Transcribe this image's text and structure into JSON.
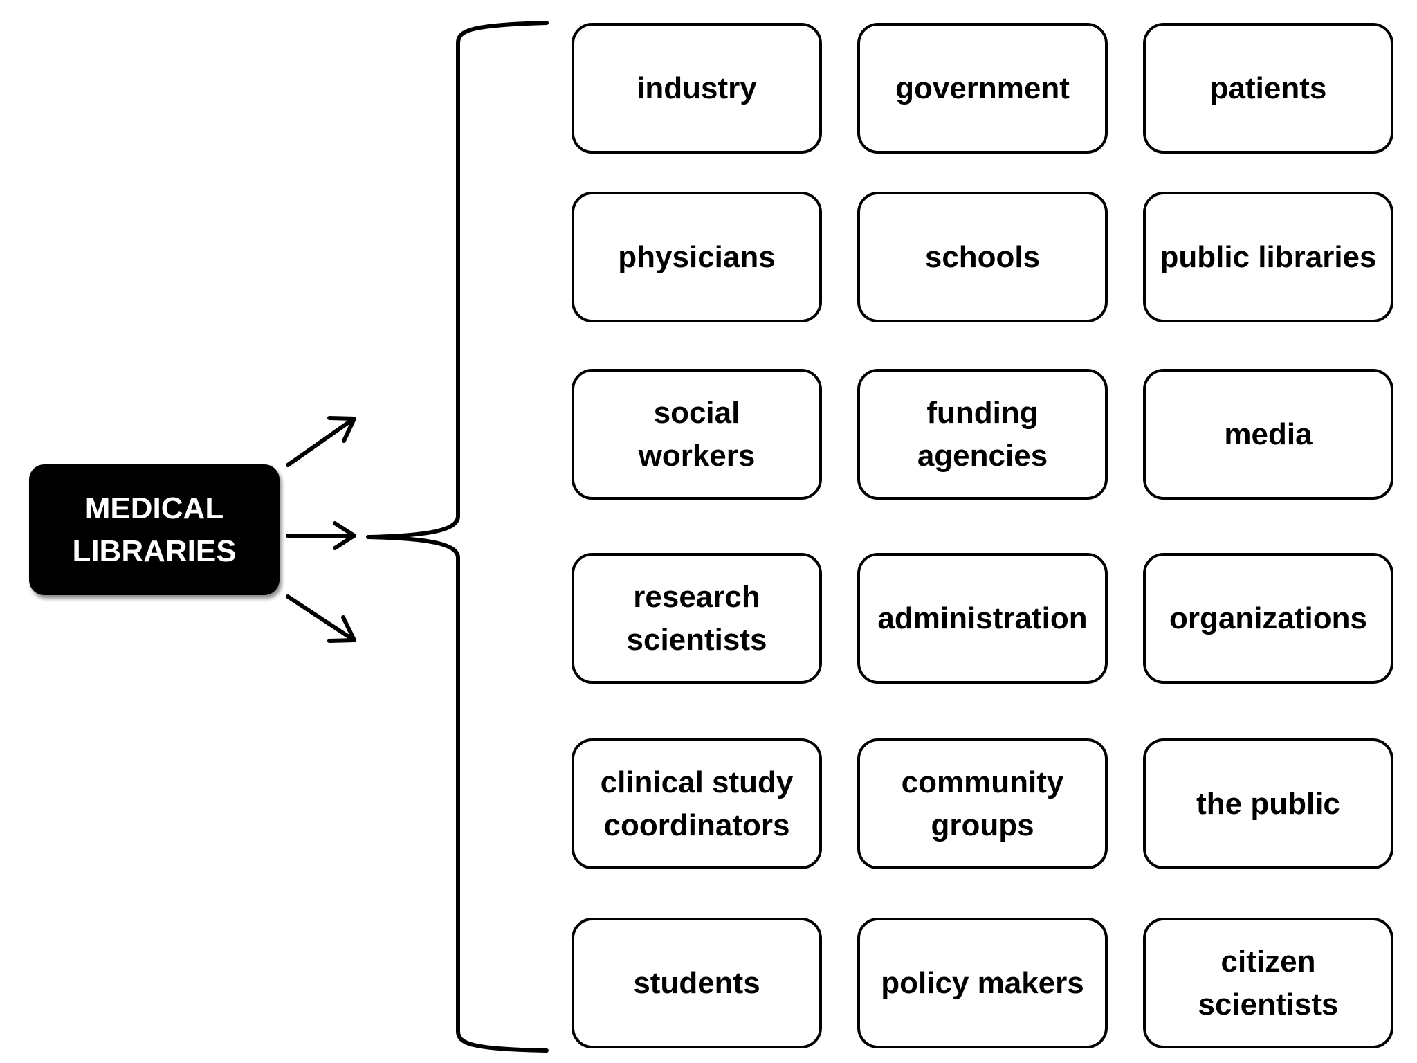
{
  "source": {
    "label": "MEDICAL\nLIBRARIES"
  },
  "stakeholders": [
    [
      "industry",
      "government",
      "patients"
    ],
    [
      "physicians",
      "schools",
      "public libraries"
    ],
    [
      "social\nworkers",
      "funding\nagencies",
      "media"
    ],
    [
      "research\nscientists",
      "administration",
      "organizations"
    ],
    [
      "clinical study\ncoordinators",
      "community\ngroups",
      "the public"
    ],
    [
      "students",
      "policy makers",
      "citizen\nscientists"
    ]
  ],
  "colors": {
    "source_fill": "#000000",
    "source_text": "#ffffff",
    "node_border": "#000000",
    "node_fill": "#ffffff",
    "line": "#000000"
  }
}
